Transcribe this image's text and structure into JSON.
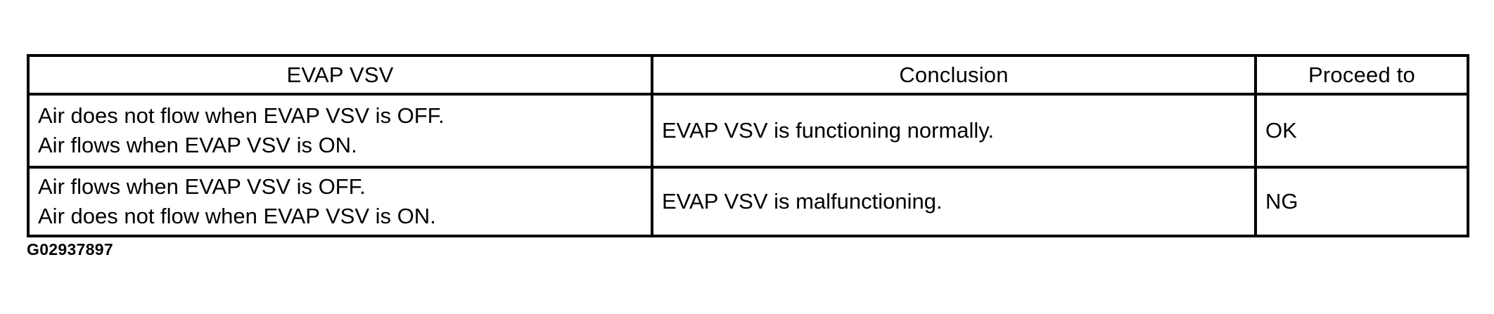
{
  "document": {
    "figure_code": "G02937897",
    "background_color": "#ffffff",
    "text_color": "#000000",
    "border_color": "#000000"
  },
  "table": {
    "columns": [
      {
        "key": "evap_vsv",
        "header": "EVAP VSV"
      },
      {
        "key": "conclusion",
        "header": "Conclusion"
      },
      {
        "key": "proceed_to",
        "header": "Proceed to"
      }
    ],
    "rows": [
      {
        "evap_vsv_lines": [
          "Air does not flow when EVAP VSV is OFF.",
          "Air flows when EVAP VSV is ON."
        ],
        "conclusion": "EVAP VSV is functioning normally.",
        "proceed_to": "OK"
      },
      {
        "evap_vsv_lines": [
          "Air flows when EVAP VSV is OFF.",
          "Air does not flow when EVAP VSV is ON."
        ],
        "conclusion": "EVAP VSV is malfunctioning.",
        "proceed_to": "NG"
      }
    ]
  }
}
